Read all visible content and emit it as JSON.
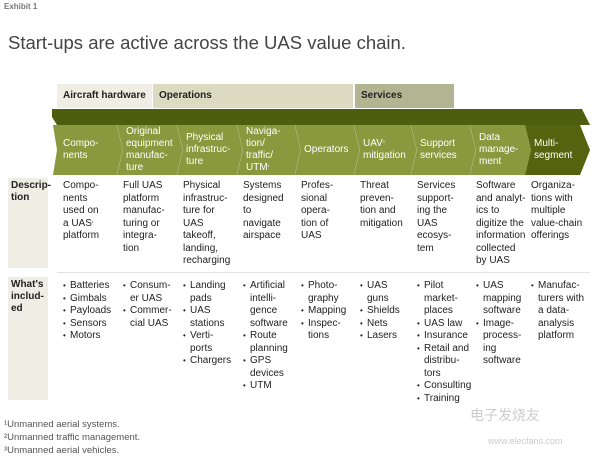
{
  "exhibit_label": "Exhibit 1",
  "title": "Start-ups are active across the UAS value chain.",
  "categories": [
    {
      "label": "Aircraft hardware",
      "color": "#efede4"
    },
    {
      "label": "Operations",
      "color": "#dcdbc1"
    },
    {
      "label": "Services",
      "color": "#b3b592"
    }
  ],
  "colors": {
    "band_dark": "#4f5d0f",
    "chevron": "#8a983e",
    "multi": "#55620e"
  },
  "row_labels": {
    "description": "Descrip-\ntion",
    "included": "What's\ninclud-\ned"
  },
  "columns": [
    {
      "name": "Compo-\nnents",
      "desc": "Compo-\nnents\nused on\na UAS¹\nplatform",
      "items": [
        "Batteries",
        "Gimbals",
        "Payloads",
        "Sensors",
        "Motors"
      ]
    },
    {
      "name": "Original\nequipment\nmanufac-\nture",
      "desc": "Full UAS\nplatform\nmanufac-\nturing or\nintegra-\ntion",
      "items": [
        "Consum-\ner UAS",
        "Commer-\ncial UAS"
      ]
    },
    {
      "name": "Physical\ninfrastruc-\nture",
      "desc": "Physical\ninfrastruc-\nture for\nUAS\ntakeoff,\nlanding,\nrecharging",
      "items": [
        "Landing\npads",
        "UAS\nstations",
        "Verti-\nports",
        "Chargers"
      ]
    },
    {
      "name": "Naviga-\ntion/\ntraffic/\nUTM²",
      "desc": "Systems\ndesigned\nto\nnavigate\nairspace",
      "items": [
        "Artificial\nintelli-\ngence\nsoftware",
        "Route\nplanning",
        "GPS\ndevices",
        "UTM"
      ]
    },
    {
      "name": "Operators",
      "desc": "Profes-\nsional\nopera-\ntion of\nUAS",
      "items": [
        "Photo-\ngraphy",
        "Mapping",
        "Inspec-\ntions"
      ]
    },
    {
      "name": "UAV³\nmitigation",
      "desc": "Threat\npreven-\ntion and\nmitigation",
      "items": [
        "UAS\nguns",
        "Shields",
        "Nets",
        "Lasers"
      ]
    },
    {
      "name": "Support\nservices",
      "desc": "Services\nsupport-\ning the\nUAS\necosys-\ntem",
      "items": [
        "Pilot\nmarket-\nplaces",
        "UAS law",
        "Insurance",
        "Retail and\ndistribu-\ntors",
        "Consulting",
        "Training"
      ]
    },
    {
      "name": "Data\nmanage-\nment",
      "desc": "Software\nand analyt-\nics to\ndigitize the\ninformation\ncollected\nby UAS",
      "items": [
        "UAS\nmapping\nsoftware",
        "Image-\nprocess-\ning\nsoftware"
      ]
    },
    {
      "name": "Multi-\nsegment",
      "desc": "Organiza-\ntions with\nmultiple\nvalue-chain\nofferings",
      "items": [
        "Manufac-\nturers with\na data-\nanalysis\nplatform"
      ]
    }
  ],
  "footnotes": [
    "¹Unmanned aerial systems.",
    "²Unmanned traffic management.",
    "³Unmanned aerial vehicles."
  ],
  "watermark": {
    "cn": "电子发烧友",
    "url": "www.elecfans.com"
  }
}
